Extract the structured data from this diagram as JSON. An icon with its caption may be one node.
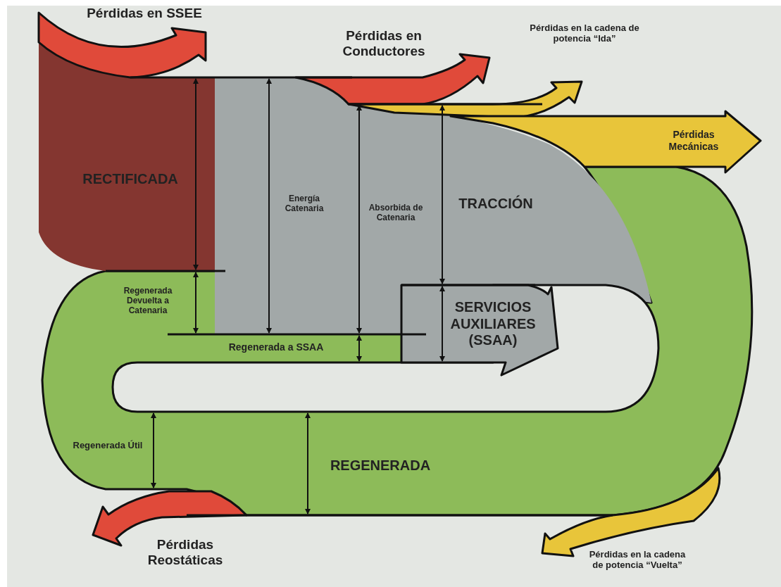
{
  "diagram": {
    "labels": [
      "Pérdidas en SSEE",
      "Pérdidas en Conductores",
      "Pérdidas en la cadena de potencia “Ida”",
      "Pérdidas Mecánicas",
      "RECTIFICADA",
      "Energía Catenaria",
      "Absorbida de Catenaria",
      "TRACCIÓN",
      "Regenerada Devuelta a Catenaria",
      "SERVICIOS AUXILIARES (SSAA)",
      "Regenerada a SSAA",
      "Regenerada Útil",
      "REGENERADA",
      "Pérdidas Reostáticas",
      "Pérdidas en la cadena de potencia “Vuelta”"
    ]
  }
}
